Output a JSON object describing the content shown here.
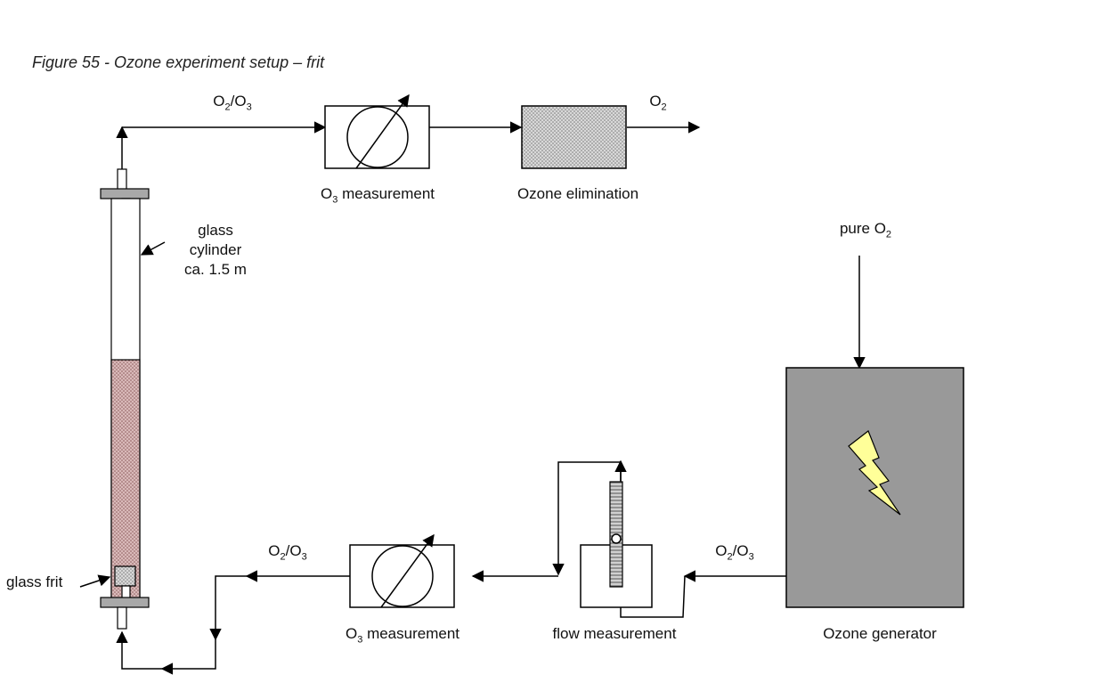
{
  "figure": {
    "caption": "Figure 55 -  Ozone experiment setup – frit"
  },
  "labels": {
    "top_gas_in": {
      "main": "O",
      "sub1": "2",
      "mid": "/O",
      "sub2": "3"
    },
    "top_gas_out": {
      "main": "O",
      "sub1": "2"
    },
    "o3_meas_top": {
      "main": "O",
      "sub": "3",
      "rest": " measurement"
    },
    "ozone_elim": "Ozone elimination",
    "glass_cylinder_1": "glass",
    "glass_cylinder_2": "cylinder",
    "glass_cylinder_3": "ca. 1.5 m",
    "pure_o2": {
      "main": "pure O",
      "sub": "2"
    },
    "glass_frit": "glass frit",
    "bottom_gas_left": {
      "main": "O",
      "sub1": "2",
      "mid": "/O",
      "sub2": "3"
    },
    "bottom_gas_right": {
      "main": "O",
      "sub1": "2",
      "mid": "/O",
      "sub2": "3"
    },
    "o3_meas_bottom": {
      "main": "O",
      "sub": "3",
      "rest": " measurement"
    },
    "flow_meas": "flow measurement",
    "ozone_gen": "Ozone generator"
  },
  "colors": {
    "line": "#000000",
    "generator_fill": "#999999",
    "column_fill": "#c9a7a7",
    "flange": "#a8a8a8",
    "elimination_fill": "#c8c8c8",
    "lightning": "#ffff99"
  }
}
